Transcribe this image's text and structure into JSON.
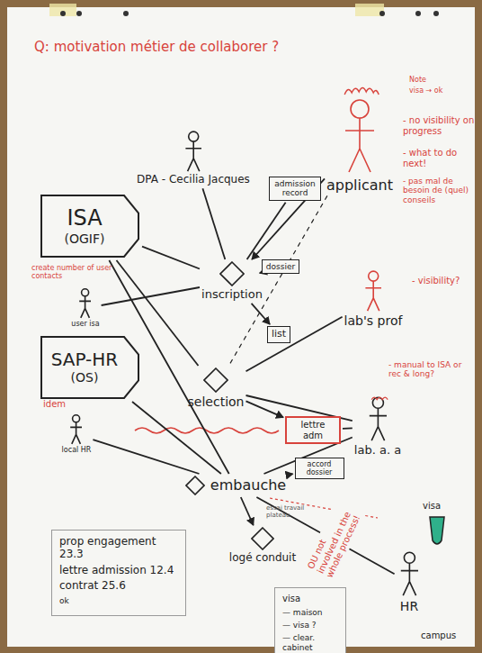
{
  "diagram": {
    "title": "Q: motivation métier de collaborer ?",
    "nodes": [
      {
        "text": [
          "ISA",
          "(OGIF)"
        ]
      },
      {
        "text": [
          "SAP-HR",
          "(OS)"
        ]
      },
      {
        "text": [
          "DPA - Cecilia Jacques"
        ]
      },
      {
        "text": [
          "admission record"
        ]
      },
      {
        "text": [
          "applicant"
        ]
      },
      {
        "text": [
          "user isa"
        ]
      },
      {
        "text": [
          "dossier"
        ]
      },
      {
        "text": [
          "inscription"
        ]
      },
      {
        "text": [
          "list"
        ]
      },
      {
        "text": [
          "lab's prof"
        ]
      },
      {
        "text": [
          "selection"
        ]
      },
      {
        "text": [
          "lettre adm"
        ]
      },
      {
        "text": [
          "lab. a. a"
        ]
      },
      {
        "text": [
          "local HR"
        ]
      },
      {
        "text": [
          "accord dossier"
        ]
      },
      {
        "text": [
          "embauche"
        ]
      },
      {
        "text": [
          "logé conduit"
        ]
      },
      {
        "text": [
          "HR"
        ]
      },
      {
        "text": [
          "prop engagement 23.3",
          "lettre admission 12.4",
          "contrat 25.6",
          "ok"
        ]
      },
      {
        "text": [
          "visa",
          "— maison",
          "— visa ?",
          "— clear. cabinet"
        ]
      }
    ],
    "edges": [
      {
        "from": 4,
        "to": 7,
        "arrow": "to"
      },
      {
        "from": 2,
        "to": 7,
        "arrow": "none"
      },
      {
        "from": 7,
        "to": 3,
        "arrow": "none"
      },
      {
        "from": 7,
        "to": 6,
        "arrow": "to"
      },
      {
        "from": 7,
        "to": 8,
        "arrow": "to"
      },
      {
        "from": 0,
        "to": 7,
        "arrow": "none"
      },
      {
        "from": 5,
        "to": 7,
        "arrow": "none"
      },
      {
        "from": 0,
        "to": 10,
        "arrow": "none"
      },
      {
        "from": 0,
        "to": 15,
        "arrow": "none"
      },
      {
        "from": 1,
        "to": 15,
        "arrow": "none"
      },
      {
        "from": 13,
        "to": 15,
        "arrow": "none"
      },
      {
        "from": 10,
        "to": 9,
        "arrow": "none"
      },
      {
        "from": 10,
        "to": 12,
        "arrow": "none"
      },
      {
        "from": 10,
        "to": 11,
        "arrow": "to"
      },
      {
        "from": 12,
        "to": 11,
        "arrow": "none"
      },
      {
        "from": 15,
        "to": 12,
        "arrow": "none"
      },
      {
        "from": 15,
        "to": 14,
        "arrow": "to"
      },
      {
        "from": 15,
        "to": 17,
        "arrow": "none"
      },
      {
        "from": 15,
        "to": 16,
        "arrow": "to"
      },
      {
        "from": 4,
        "to": 10,
        "arrow": "none"
      }
    ],
    "labels": [
      "Note",
      "visa → ok",
      "- no visibility on progress",
      "- what to do next!",
      "- pas mal de besoin de (quel) conseils",
      "- visibility?",
      "- manual to ISA or rec & long?",
      "create number of user contacts",
      "idem",
      "OU not involved in the whole process!",
      "essai travail plateau",
      "visa",
      "campus"
    ]
  }
}
